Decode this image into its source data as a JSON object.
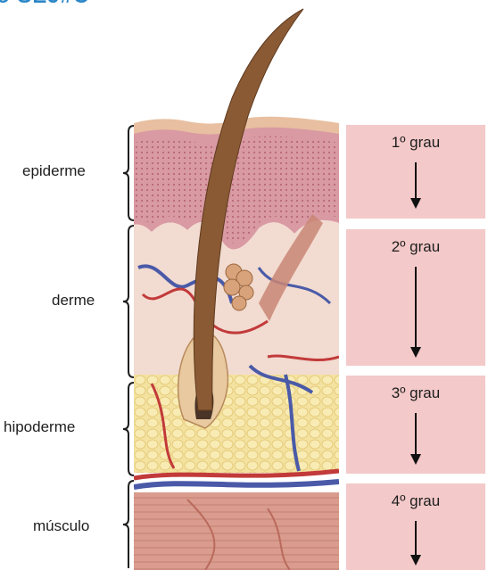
{
  "header": {
    "fragment": "o SEJ#C"
  },
  "layers": [
    {
      "label": "epiderme"
    },
    {
      "label": "derme"
    },
    {
      "label": "hipoderme"
    },
    {
      "label": "músculo"
    }
  ],
  "grades": [
    {
      "label": "1º grau"
    },
    {
      "label": "2º grau"
    },
    {
      "label": "3º grau"
    },
    {
      "label": "4º grau"
    }
  ],
  "colors": {
    "heading": "#2a86c8",
    "epidermis": "#dba0a4",
    "dermis": "#f1d8cc",
    "hypodermis": "#f3e2a0",
    "muscle": "#d99c8e",
    "grade_box": "#f4c9c9",
    "hair": "#8a5a34",
    "vein": "#4a5aa8",
    "artery": "#c23a3a"
  }
}
